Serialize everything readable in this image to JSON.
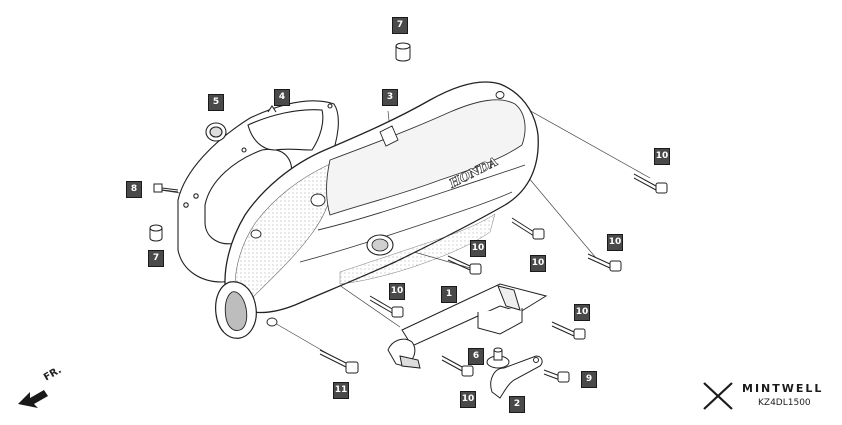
{
  "diagram": {
    "brand_text": "HONDA",
    "direction_label": "FR.",
    "diagram_code": "KZ4DL1500",
    "watermark": "MINTWELL",
    "callouts": [
      {
        "id": "c-7-top",
        "label": "7"
      },
      {
        "id": "c-5",
        "label": "5"
      },
      {
        "id": "c-4",
        "label": "4"
      },
      {
        "id": "c-3",
        "label": "3"
      },
      {
        "id": "c-10-a",
        "label": "10"
      },
      {
        "id": "c-8",
        "label": "8"
      },
      {
        "id": "c-7-left",
        "label": "7"
      },
      {
        "id": "c-10-b",
        "label": "10"
      },
      {
        "id": "c-10-c",
        "label": "10"
      },
      {
        "id": "c-10-d",
        "label": "10"
      },
      {
        "id": "c-1",
        "label": "1"
      },
      {
        "id": "c-10-e",
        "label": "10"
      },
      {
        "id": "c-10-f",
        "label": "10"
      },
      {
        "id": "c-6",
        "label": "6"
      },
      {
        "id": "c-9",
        "label": "9"
      },
      {
        "id": "c-11",
        "label": "11"
      },
      {
        "id": "c-10-g",
        "label": "10"
      },
      {
        "id": "c-2",
        "label": "2"
      }
    ]
  }
}
